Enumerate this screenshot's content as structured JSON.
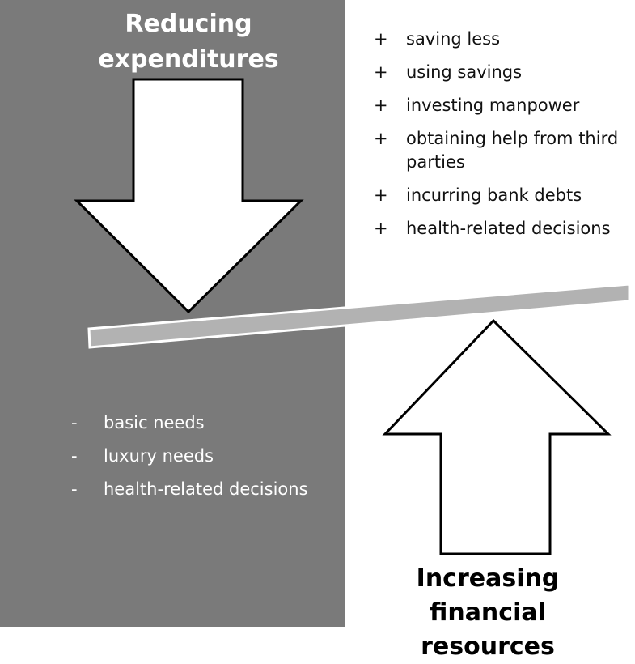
{
  "colors": {
    "panel": "#7a7a7a",
    "arrow_fill": "#ffffff",
    "arrow_stroke": "#000000",
    "beam": "#b2b2b2"
  },
  "left_panel": {
    "title": [
      "Reducing",
      "expenditures"
    ],
    "items": [
      {
        "marker": "-",
        "text": "basic needs"
      },
      {
        "marker": "-",
        "text": "luxury needs"
      },
      {
        "marker": "-",
        "text": "health-related decisions"
      }
    ]
  },
  "right_panel": {
    "title": [
      "Increasing financial",
      "resources"
    ],
    "items": [
      {
        "marker": "+",
        "text": "saving less"
      },
      {
        "marker": "+",
        "text": "using savings"
      },
      {
        "marker": "+",
        "text": "investing manpower"
      },
      {
        "marker": "+",
        "text": "obtaining help from third parties"
      },
      {
        "marker": "+",
        "text": "incurring bank debts"
      },
      {
        "marker": "+",
        "text": "health-related  decisions"
      }
    ]
  },
  "icons": {
    "down_arrow": "down-arrow-icon",
    "up_arrow": "up-arrow-icon",
    "beam": "balance-beam"
  }
}
